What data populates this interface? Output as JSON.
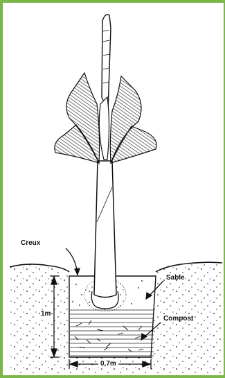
{
  "diagram": {
    "labels": {
      "hollow": "Creux",
      "sand": "Sable",
      "compost": "Compost",
      "depth": "1m",
      "width": "0,7m"
    },
    "colors": {
      "frame": "#7ab648",
      "ink": "#111111",
      "paper": "#ffffff"
    },
    "parts": [
      "plant-trunk",
      "plant-leaves",
      "soil",
      "planting-hole",
      "compost-layer",
      "sand-layer",
      "root-ball"
    ]
  }
}
